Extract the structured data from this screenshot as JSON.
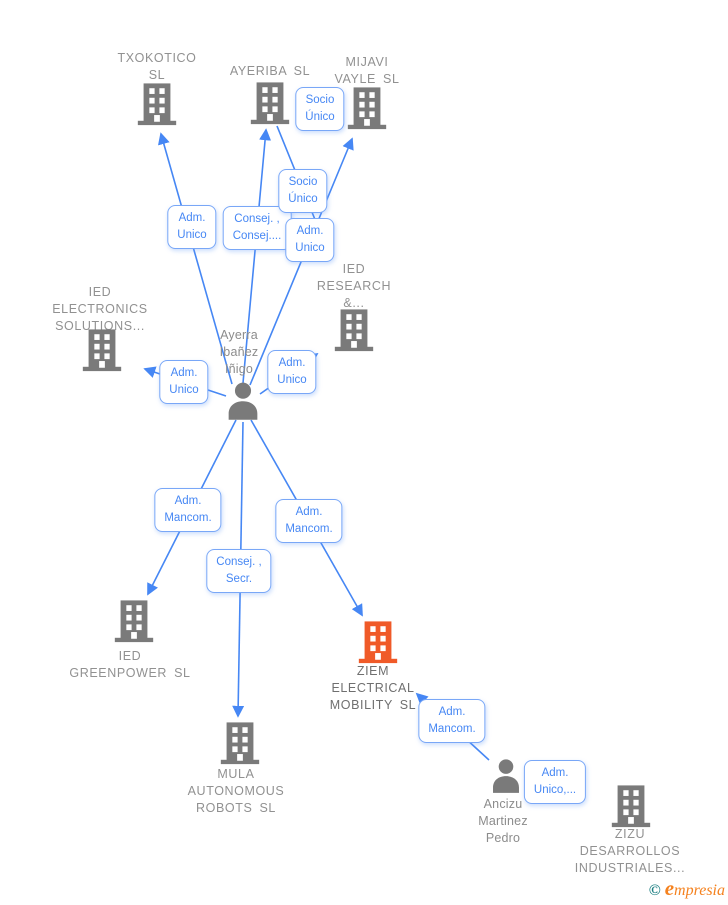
{
  "diagram": {
    "type": "corporate-relationship-graph",
    "colors": {
      "edge_blue": "#4687f4",
      "label_gray": "#919191",
      "building_gray": "#7a7a7a",
      "highlight_orange": "#f05a28",
      "watermark_teal": "#1b7e81",
      "watermark_orange": "#f5821f"
    },
    "nodes": [
      {
        "id": "txokotico",
        "type": "company",
        "label": "TXOKOTICO\nSL"
      },
      {
        "id": "ayeriba",
        "type": "company",
        "label": "AYERIBA SL"
      },
      {
        "id": "mijavi",
        "type": "company",
        "label": "MIJAVI\nVAYLE SL"
      },
      {
        "id": "ied-research",
        "type": "company",
        "label": "IED\nRESEARCH\n&..."
      },
      {
        "id": "ied-electronics",
        "type": "company",
        "label": "IED\nELECTRONICS\nSOLUTIONS..."
      },
      {
        "id": "ayerra",
        "type": "person",
        "label": "Ayerra\nIbañez\nIñigo"
      },
      {
        "id": "ied-greenpower",
        "type": "company",
        "label": "IED\nGREENPOWER SL"
      },
      {
        "id": "ziem",
        "type": "company",
        "label": "ZIEM\nELECTRICAL\nMOBILITY SL",
        "highlighted": true
      },
      {
        "id": "mula",
        "type": "company",
        "label": "MULA\nAUTONOMOUS\nROBOTS SL"
      },
      {
        "id": "ancizu",
        "type": "person",
        "label": "Ancizu\nMartinez\nPedro"
      },
      {
        "id": "zizu",
        "type": "company",
        "label": "ZIZU\nDESARROLLOS\nINDUSTRIALES..."
      }
    ],
    "edges": [
      {
        "from": "Ayerra Ibañez Iñigo",
        "to": "TXOKOTICO SL",
        "label": "Adm. Unico",
        "box": "Adm.\nUnico"
      },
      {
        "from": "Ayerra Ibañez Iñigo",
        "to": "AYERIBA SL",
        "label": "Consej. , Consej....",
        "box": "Consej. ,\nConsej...."
      },
      {
        "from": "AYERIBA SL",
        "to": "IED RESEARCH &...",
        "label": "Socio Único",
        "box": "Socio\nÚnico"
      },
      {
        "from": "Ayerra Ibañez Iñigo",
        "to": "MIJAVI VAYLE SL",
        "label": "Adm. Unico",
        "box": "Adm.\nUnico"
      },
      {
        "from": "Ayerra Ibañez Iñigo",
        "to": "MIJAVI VAYLE SL",
        "label": "Socio Único",
        "box": "Socio\nÚnico"
      },
      {
        "from": "Ayerra Ibañez Iñigo",
        "to": "IED ELECTRONICS SOLUTIONS...",
        "label": "Adm. Unico",
        "box": "Adm.\nUnico"
      },
      {
        "from": "Ayerra Ibañez Iñigo",
        "to": "IED RESEARCH &...",
        "label": "Adm. Unico",
        "box": "Adm.\nUnico"
      },
      {
        "from": "Ayerra Ibañez Iñigo",
        "to": "IED GREENPOWER SL",
        "label": "Adm. Mancom.",
        "box": "Adm.\nMancom."
      },
      {
        "from": "Ayerra Ibañez Iñigo",
        "to": "MULA AUTONOMOUS ROBOTS SL",
        "label": "Consej. , Secr.",
        "box": "Consej. ,\nSecr."
      },
      {
        "from": "Ayerra Ibañez Iñigo",
        "to": "ZIEM ELECTRICAL MOBILITY SL",
        "label": "Adm. Mancom.",
        "box": "Adm.\nMancom."
      },
      {
        "from": "Ancizu Martinez Pedro",
        "to": "ZIEM ELECTRICAL MOBILITY SL",
        "label": "Adm. Mancom.",
        "box": "Adm.\nMancom."
      },
      {
        "from": "Ancizu Martinez Pedro",
        "to": "ZIZU DESARROLLOS INDUSTRIALES...",
        "label": "Adm. Unico,...",
        "box": "Adm.\nUnico,..."
      }
    ],
    "watermark": {
      "symbol": "©",
      "initial": "e",
      "rest": "mpresia"
    }
  }
}
